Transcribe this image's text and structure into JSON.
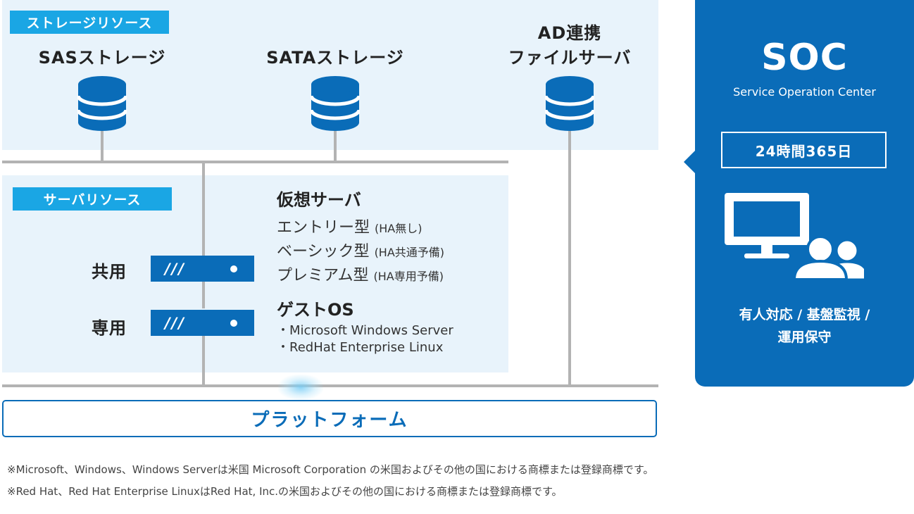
{
  "storage": {
    "tag": "ストレージリソース",
    "items": [
      {
        "label": "SASストレージ",
        "icon": "database-icon"
      },
      {
        "label": "SATAストレージ",
        "icon": "database-icon"
      },
      {
        "label_line1": "AD連携",
        "label_line2": "ファイルサーバ",
        "icon": "database-icon"
      }
    ]
  },
  "server": {
    "tag": "サーバリソース",
    "units": [
      {
        "label": "共用",
        "slashes": "///"
      },
      {
        "label": "専用",
        "slashes": "///"
      }
    ],
    "virtual_server": {
      "title": "仮想サーバ",
      "types": [
        {
          "name": "エントリー型",
          "note": "(HA無し)"
        },
        {
          "name": "ベーシック型",
          "note": "(HA共通予備)"
        },
        {
          "name": "プレミアム型",
          "note": "(HA専用予備)"
        }
      ]
    },
    "guest_os": {
      "title": "ゲストOS",
      "items": [
        "・Microsoft Windows Server",
        "・RedHat Enterprise Linux"
      ]
    }
  },
  "platform": {
    "label": "プラットフォーム"
  },
  "soc": {
    "title": "SOC",
    "subtitle": "Service Operation Center",
    "hours": "24時間365日",
    "icon": "monitor-users-icon",
    "services_line1": "有人対応 / 基盤監視 /",
    "services_line2": "運用保守"
  },
  "footnotes": [
    "※Microsoft、Windows、Windows Serverは米国 Microsoft Corporation の米国およびその他の国における商標または登録商標です。",
    "※Red Hat、Red Hat Enterprise LinuxはRed Hat, Inc.の米国およびその他の国における商標または登録商標です。"
  ],
  "colors": {
    "primary": "#0a6cb8",
    "accent": "#1aa6e4",
    "panel": "#e8f3fb",
    "connector": "#b3b3b3"
  }
}
